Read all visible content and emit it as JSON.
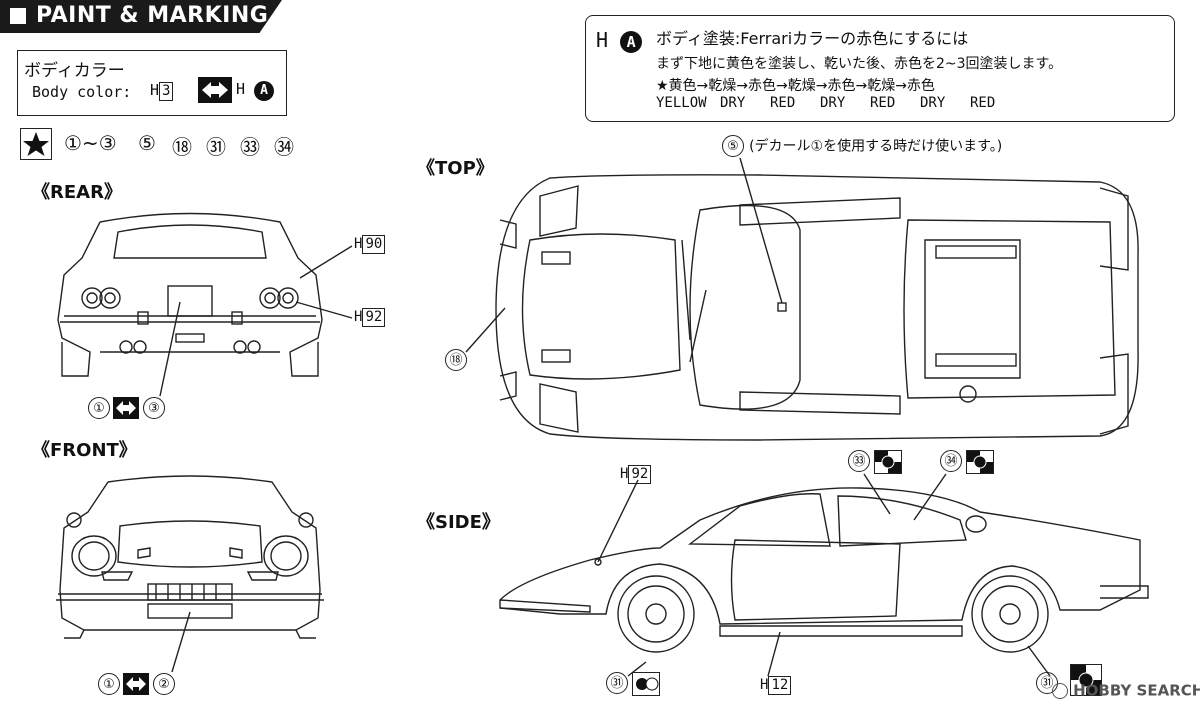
{
  "header": {
    "title": "PAINT & MARKING"
  },
  "body_color": {
    "label_jp": "ボディカラー",
    "label_en": "Body color:",
    "h_prefix": "H",
    "h_num": "3",
    "h2_prefix": "H",
    "h2_letter": "A"
  },
  "star_list": {
    "items": [
      "①~③",
      "⑤",
      "⑱",
      "㉛",
      "㉝",
      "㉞"
    ]
  },
  "instruction": {
    "code_prefix": "H",
    "code_letter": "A",
    "line1": "ボディ塗装:Ferrariカラーの赤色にするには",
    "line2": "まず下地に黄色を塗装し、乾いた後、赤色を2~3回塗装します。",
    "line3": "★黄色→乾燥→赤色→乾燥→赤色→乾燥→赤色",
    "line4": [
      "YELLOW",
      "DRY",
      "RED",
      "DRY",
      "RED",
      "DRY",
      "RED"
    ]
  },
  "views": {
    "rear": "《REAR》",
    "front": "《FRONT》",
    "top": "《TOP》",
    "side": "《SIDE》"
  },
  "callouts": {
    "rear_h90_prefix": "H",
    "rear_h90": "90",
    "rear_h92_prefix": "H",
    "rear_h92": "92",
    "rear_decal_a": "①",
    "rear_decal_b": "③",
    "front_decal_a": "①",
    "front_decal_b": "②",
    "top_decal5": "⑤",
    "top_decal5_note": "(デカール①を使用する時だけ使います。)",
    "top_decal18": "⑱",
    "side_h92_prefix": "H",
    "side_h92": "92",
    "side_decal33": "㉝",
    "side_decal34": "㉞",
    "side_decal31a": "㉛",
    "side_decal31b": "㉛",
    "side_h12_prefix": "H",
    "side_h12": "12"
  },
  "watermark": {
    "text": "HOBBY SEARCH"
  }
}
